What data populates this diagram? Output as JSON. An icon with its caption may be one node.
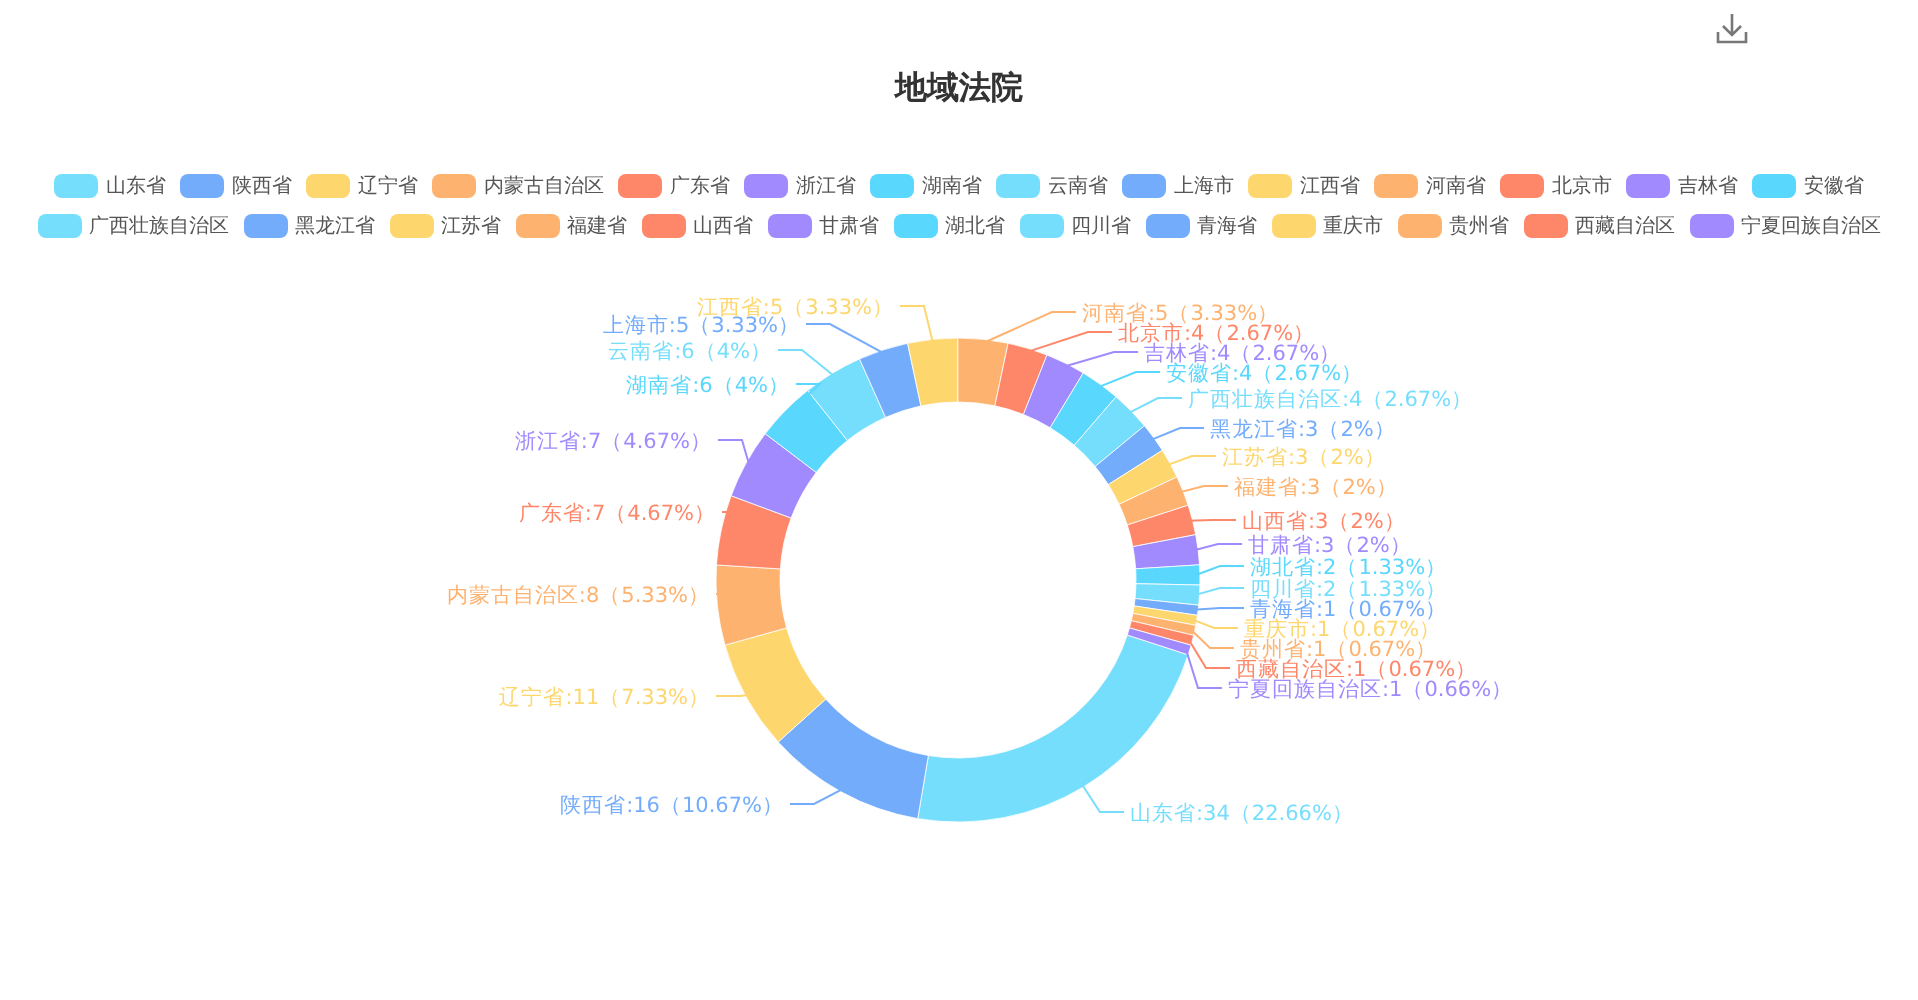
{
  "diagram": {
    "title": "地域法院",
    "legend": [
      {
        "text": "山东省",
        "color": "#76defd"
      },
      {
        "text": "陕西省",
        "color": "#74acfc"
      },
      {
        "text": "辽宁省",
        "color": "#fdd66d"
      },
      {
        "text": "内蒙古自治区",
        "color": "#feb26f"
      },
      {
        "text": "广东省",
        "color": "#fe876a"
      },
      {
        "text": "浙江省",
        "color": "#a18afd"
      },
      {
        "text": "湖南省",
        "color": "#59d7fd"
      },
      {
        "text": "云南省",
        "color": "#76defd"
      },
      {
        "text": "上海市",
        "color": "#74acfc"
      },
      {
        "text": "江西省",
        "color": "#fdd66d"
      },
      {
        "text": "河南省",
        "color": "#feb26f"
      },
      {
        "text": "北京市",
        "color": "#fe876a"
      },
      {
        "text": "吉林省",
        "color": "#a18afd"
      },
      {
        "text": "安徽省",
        "color": "#59d7fd"
      },
      {
        "text": "广西壮族自治区",
        "color": "#76defd"
      },
      {
        "text": "黑龙江省",
        "color": "#74acfc"
      },
      {
        "text": "江苏省",
        "color": "#fdd66d"
      },
      {
        "text": "福建省",
        "color": "#feb26f"
      },
      {
        "text": "山西省",
        "color": "#fe876a"
      },
      {
        "text": "甘肃省",
        "color": "#a18afd"
      },
      {
        "text": "湖北省",
        "color": "#59d7fd"
      },
      {
        "text": "四川省",
        "color": "#76defd"
      },
      {
        "text": "青海省",
        "color": "#74acfc"
      },
      {
        "text": "重庆市",
        "color": "#fdd66d"
      },
      {
        "text": "贵州省",
        "color": "#feb26f"
      },
      {
        "text": "西藏自治区",
        "color": "#fe876a"
      },
      {
        "text": "宁夏回族自治区",
        "color": "#a18afd"
      }
    ],
    "chart_data": {
      "type": "donut",
      "series": [
        {
          "values": [
            22.66,
            10.67,
            7.33,
            5.33,
            4.67,
            4.67,
            4,
            4,
            3.33,
            3.33,
            3.33,
            2.67,
            2.67,
            2.67,
            2.67,
            2,
            2,
            2,
            2,
            2,
            1.33,
            1.33,
            0.67,
            0.67,
            0.67,
            0.67,
            0.66
          ]
        }
      ],
      "value_labels": [
        "山东省:34（22.66%）",
        "陕西省:16（10.67%）",
        "辽宁省:11（7.33%）",
        "内蒙古自治区:8（5.33%）",
        "广东省:7（4.67%）",
        "浙江省:7（4.67%）",
        "湖南省:6（4%）",
        "云南省:6（4%）",
        "上海市:5（3.33%）",
        "江西省:5（3.33%）",
        "河南省:5（3.33%）",
        "北京市:4（2.67%）",
        "吉林省:4（2.67%）",
        "安徽省:4（2.67%）",
        "广西壮族自治区:4（2.67%）",
        "黑龙江省:3（2%）",
        "江苏省:3（2%）",
        "福建省:3（2%）",
        "山西省:3（2%）",
        "甘肃省:3（2%）",
        "湖北省:2（1.33%）",
        "四川省:2（1.33%）",
        "青海省:1（0.67%）",
        "重庆市:1（0.67%）",
        "贵州省:1（0.67%）",
        "西藏自治区:1（0.67%）",
        "宁夏回族自治区:1（0.66%）"
      ]
    }
  }
}
